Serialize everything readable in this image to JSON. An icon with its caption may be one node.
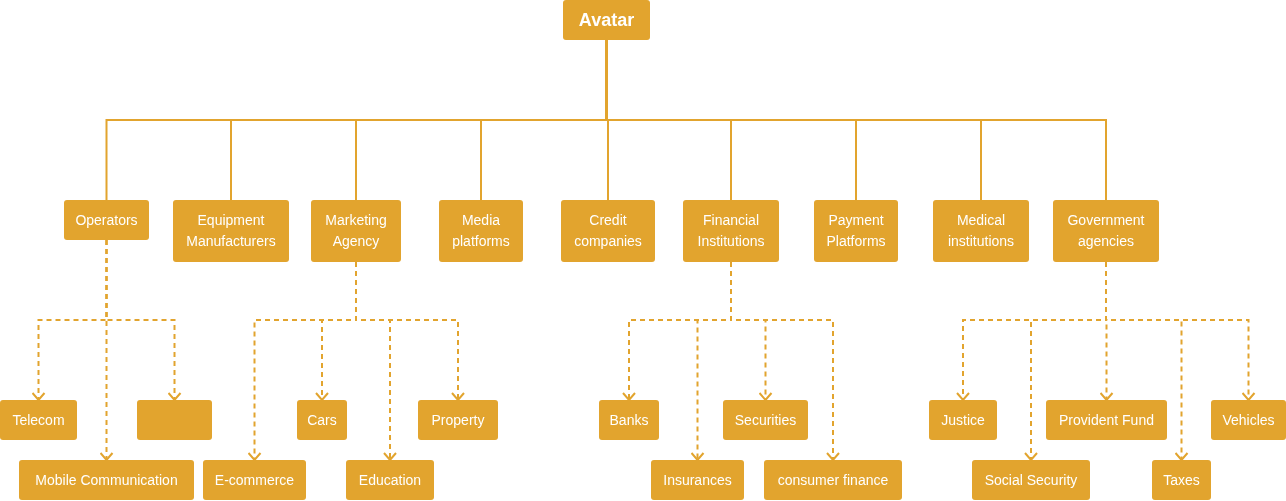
{
  "diagram": {
    "nodes": [
      {
        "text": [
          "Avatar"
        ]
      },
      {
        "text": [
          "Operators"
        ]
      },
      {
        "text": [
          "Equipment Manufacturers"
        ]
      },
      {
        "text": [
          "Marketing Agency"
        ]
      },
      {
        "text": [
          "Media platforms"
        ]
      },
      {
        "text": [
          "Credit companies"
        ]
      },
      {
        "text": [
          "Financial Institutions"
        ]
      },
      {
        "text": [
          "Payment Platforms"
        ]
      },
      {
        "text": [
          "Medical institutions"
        ]
      },
      {
        "text": [
          "Government agencies"
        ]
      },
      {
        "text": [
          "Telecom"
        ]
      },
      {
        "text": [
          "Mobile Communication"
        ]
      },
      {
        "text": [],
        "shape": "box"
      },
      {
        "text": [
          "E-commerce"
        ]
      },
      {
        "text": [
          "Cars"
        ]
      },
      {
        "text": [
          "Education"
        ]
      },
      {
        "text": [
          "Property"
        ]
      },
      {
        "text": [
          "Banks"
        ]
      },
      {
        "text": [
          "Insurances"
        ]
      },
      {
        "text": [
          "Securities"
        ]
      },
      {
        "text": [
          "consumer finance"
        ]
      },
      {
        "text": [
          "Justice"
        ]
      },
      {
        "text": [
          "Social Security"
        ]
      },
      {
        "text": [
          "Provident Fund"
        ]
      },
      {
        "text": [
          "Taxes"
        ]
      },
      {
        "text": [
          "Vehicles"
        ]
      }
    ],
    "edges": [
      {
        "from": 0,
        "to": 1,
        "arrow": "none"
      },
      {
        "from": 0,
        "to": 2,
        "arrow": "none"
      },
      {
        "from": 0,
        "to": 3,
        "arrow": "none"
      },
      {
        "from": 0,
        "to": 4,
        "arrow": "none"
      },
      {
        "from": 0,
        "to": 5,
        "arrow": "none"
      },
      {
        "from": 0,
        "to": 6,
        "arrow": "none"
      },
      {
        "from": 0,
        "to": 7,
        "arrow": "none"
      },
      {
        "from": 0,
        "to": 8,
        "arrow": "none"
      },
      {
        "from": 0,
        "to": 9,
        "arrow": "none"
      },
      {
        "from": 1,
        "to": 10,
        "arrow": "to",
        "style": "dashed"
      },
      {
        "from": 1,
        "to": 11,
        "arrow": "to",
        "style": "dashed"
      },
      {
        "from": 1,
        "to": 12,
        "arrow": "to",
        "style": "dashed"
      },
      {
        "from": 3,
        "to": 13,
        "arrow": "to",
        "style": "dashed"
      },
      {
        "from": 3,
        "to": 14,
        "arrow": "to",
        "style": "dashed"
      },
      {
        "from": 3,
        "to": 15,
        "arrow": "to",
        "style": "dashed"
      },
      {
        "from": 3,
        "to": 16,
        "arrow": "to",
        "style": "dashed"
      },
      {
        "from": 6,
        "to": 17,
        "arrow": "to",
        "style": "dashed"
      },
      {
        "from": 6,
        "to": 18,
        "arrow": "to",
        "style": "dashed"
      },
      {
        "from": 6,
        "to": 19,
        "arrow": "to",
        "style": "dashed"
      },
      {
        "from": 6,
        "to": 20,
        "arrow": "to",
        "style": "dashed"
      },
      {
        "from": 9,
        "to": 21,
        "arrow": "to",
        "style": "dashed"
      },
      {
        "from": 9,
        "to": 22,
        "arrow": "to",
        "style": "dashed"
      },
      {
        "from": 9,
        "to": 23,
        "arrow": "to",
        "style": "dashed"
      },
      {
        "from": 9,
        "to": 24,
        "arrow": "to",
        "style": "dashed"
      },
      {
        "from": 9,
        "to": 25,
        "arrow": "to",
        "style": "dashed"
      }
    ]
  }
}
